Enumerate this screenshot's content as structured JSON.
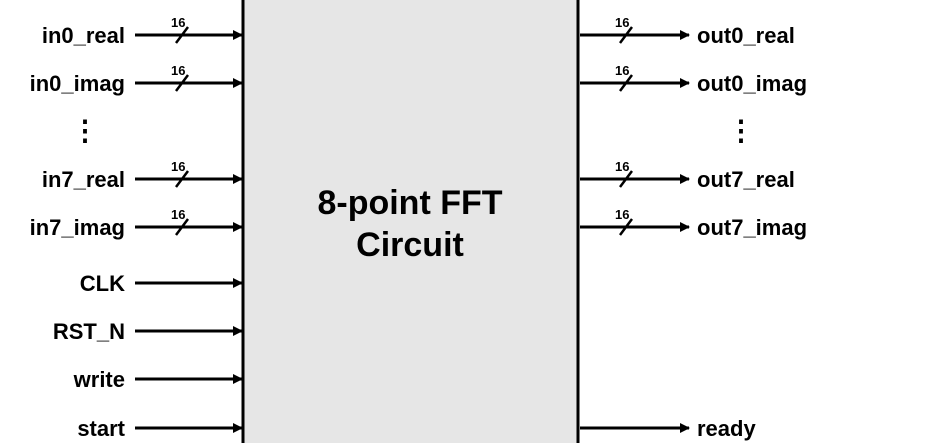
{
  "block": {
    "title_line1": "8-point FFT",
    "title_line2": "Circuit",
    "fill": "#e6e6e6",
    "stroke": "#000000"
  },
  "inputs": [
    {
      "label": "in0_real",
      "bus_width": "16"
    },
    {
      "label": "in0_imag",
      "bus_width": "16"
    },
    {
      "label": "⋮",
      "ellipsis": true
    },
    {
      "label": "in7_real",
      "bus_width": "16"
    },
    {
      "label": "in7_imag",
      "bus_width": "16"
    },
    {
      "label": "CLK"
    },
    {
      "label": "RST_N"
    },
    {
      "label": "write"
    },
    {
      "label": "start"
    }
  ],
  "outputs": [
    {
      "label": "out0_real",
      "bus_width": "16"
    },
    {
      "label": "out0_imag",
      "bus_width": "16"
    },
    {
      "label": "⋮",
      "ellipsis": true
    },
    {
      "label": "out7_real",
      "bus_width": "16"
    },
    {
      "label": "out7_imag",
      "bus_width": "16"
    },
    {
      "label": "ready"
    }
  ]
}
